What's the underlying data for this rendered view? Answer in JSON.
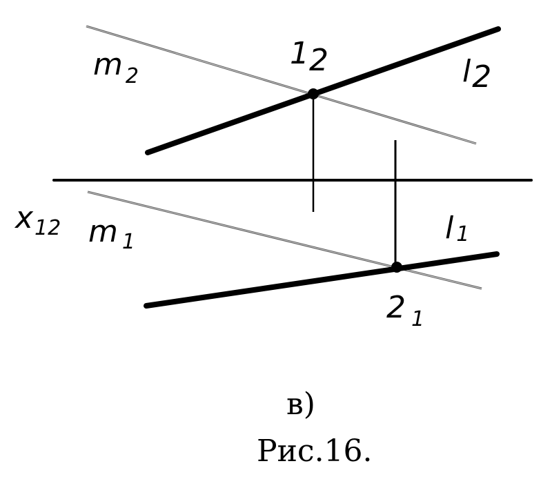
{
  "labels": {
    "m2": {
      "main": "m",
      "sub": "2"
    },
    "one2": {
      "main": "1",
      "sub": "2"
    },
    "l2": {
      "main": "l",
      "sub": "2"
    },
    "x12": {
      "main": "x",
      "sub": "12"
    },
    "m1": {
      "main": "m",
      "sub": "1"
    },
    "l1": {
      "main": "l",
      "sub": "1"
    },
    "two1": {
      "main": "2",
      "sub": "1"
    }
  },
  "caption": {
    "letter": "в)",
    "figure": "Рис.16."
  },
  "colors": {
    "ink": "#000000",
    "thin_line": "#555555",
    "background": "#ffffff"
  }
}
